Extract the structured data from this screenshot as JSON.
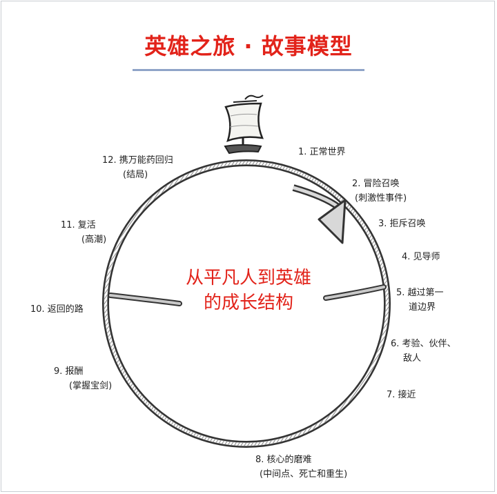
{
  "title": "英雄之旅 · 故事模型",
  "center": {
    "line1": "从平凡人到英雄",
    "line2": "的成长结构"
  },
  "stages": [
    {
      "id": "s1",
      "label": "1.  正常世界"
    },
    {
      "id": "s2",
      "label": "2.  冒险召唤",
      "sub": "(刺激性事件)"
    },
    {
      "id": "s3",
      "label": "3.  拒斥召唤"
    },
    {
      "id": "s4",
      "label": "4.  见导师"
    },
    {
      "id": "s5",
      "label": "5.  越过第一",
      "sub": "道边界"
    },
    {
      "id": "s6",
      "label": "6.  考验、伙伴、",
      "sub": "敌人"
    },
    {
      "id": "s7",
      "label": "7.  接近"
    },
    {
      "id": "s8",
      "label": "8.  核心的磨难",
      "sub": "(中间点、死亡和重生)"
    },
    {
      "id": "s9",
      "label": "9.  报酬",
      "sub": "(掌握宝剑)"
    },
    {
      "id": "s10",
      "label": "10.  返回的路"
    },
    {
      "id": "s11",
      "label": "11.  复活",
      "sub": "(高潮)"
    },
    {
      "id": "s12",
      "label": "12.  携万能药回归",
      "sub": "(结局)"
    }
  ],
  "colors": {
    "title": "#e2231a",
    "center_text": "#e2231a",
    "underline": "#8fa4c8",
    "ink": "#222222"
  }
}
